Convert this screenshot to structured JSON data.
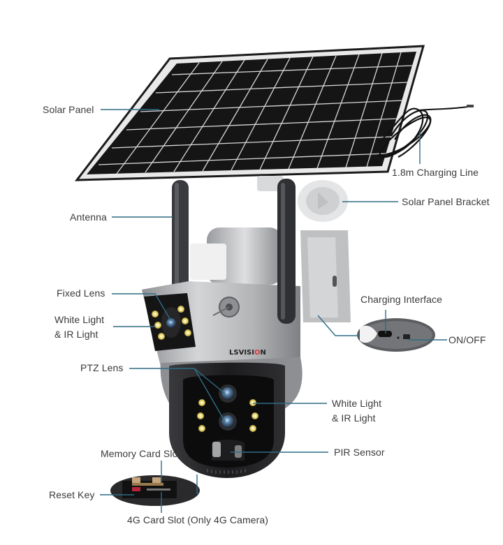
{
  "diagram": {
    "title": "",
    "product_brand": "LSVISION",
    "colors": {
      "leader_line": "#2e6c84",
      "label_text": "#3a3a3a",
      "background": "#ffffff",
      "panel_cells": "#151515",
      "body_silver": "#b8b9bb",
      "dome_black": "#1c1c1e",
      "led_yellow": "#f1e27a",
      "brand_red": "#d8343f"
    },
    "labels": {
      "solar_panel": "Solar Panel",
      "antenna": "Antenna",
      "charging_line": "1.8m Charging Line",
      "solar_panel_bracket": "Solar Panel Bracket",
      "fixed_lens": "Fixed Lens",
      "white_ir_light_left_1": "White Light",
      "white_ir_light_left_2": "& IR Light",
      "ptz_lens": "PTZ Lens",
      "charging_interface": "Charging Interface",
      "on_off": "ON/OFF",
      "white_ir_light_right_1": "White Light",
      "white_ir_light_right_2": "& IR Light",
      "pir_sensor": "PIR Sensor",
      "memory_card_slot": "Memory Card Slot",
      "reset_key": "Reset Key",
      "sim_slot": "4G Card Slot (Only 4G Camera)"
    }
  }
}
